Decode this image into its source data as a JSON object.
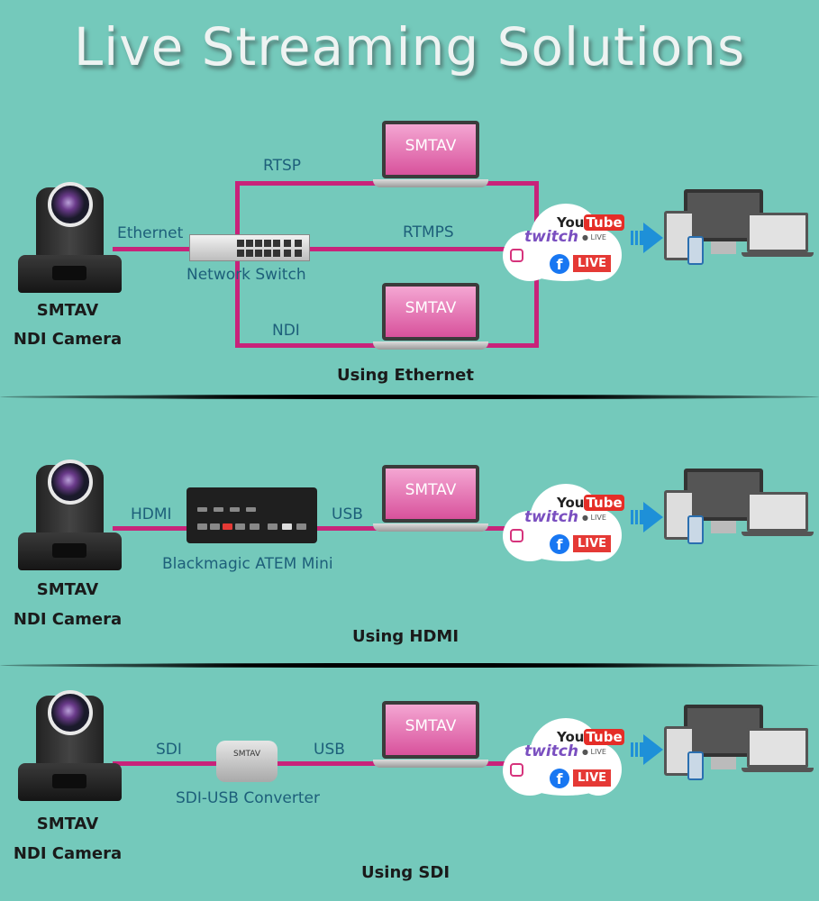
{
  "title": "Live Streaming Solutions",
  "camera": {
    "brand": "SMTAV",
    "model": "NDI Camera"
  },
  "laptop_label": "SMTAV",
  "cloud": {
    "youtube_a": "You",
    "youtube_b": "Tube",
    "youtube_live": "● LIVE",
    "twitch": "twitch",
    "facebook": "f",
    "facebook_live": "LIVE"
  },
  "colors": {
    "background": "#74c9bb",
    "cable": "#c8237a",
    "label": "#1d5f7a",
    "arrow": "#1e90d8"
  },
  "sections": [
    {
      "caption": "Using Ethernet",
      "cable_in": "Ethernet",
      "device": "Network Switch",
      "paths": [
        "RTSP",
        "RTMPS",
        "NDI"
      ]
    },
    {
      "caption": "Using HDMI",
      "cable_in": "HDMI",
      "device": "Blackmagic ATEM Mini",
      "cable_out": "USB"
    },
    {
      "caption": "Using SDI",
      "cable_in": "SDI",
      "device": "SDI-USB Converter",
      "device_text": "SMTAV",
      "cable_out": "USB"
    }
  ]
}
